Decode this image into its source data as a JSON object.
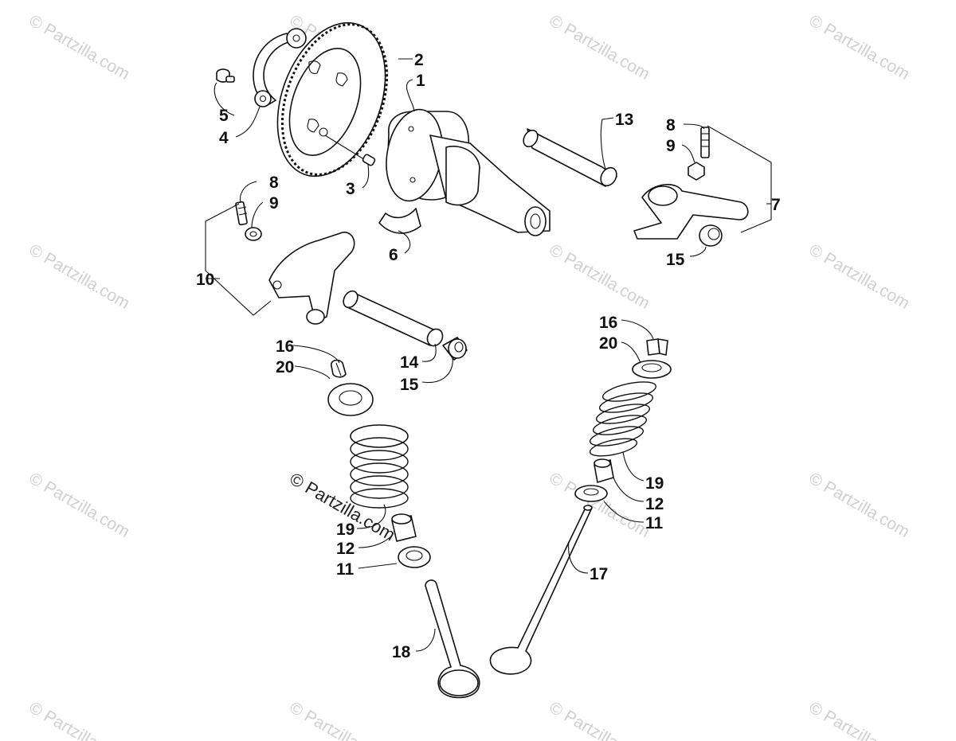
{
  "watermark": {
    "text": "© Partzilla.com",
    "center_text": "© Partzilla.com"
  },
  "callouts": [
    {
      "id": "c1",
      "label": "1"
    },
    {
      "id": "c2",
      "label": "2"
    },
    {
      "id": "c3",
      "label": "3"
    },
    {
      "id": "c4",
      "label": "4"
    },
    {
      "id": "c5",
      "label": "5"
    },
    {
      "id": "c6",
      "label": "6"
    },
    {
      "id": "c7",
      "label": "7"
    },
    {
      "id": "c8a",
      "label": "8"
    },
    {
      "id": "c9a",
      "label": "9"
    },
    {
      "id": "c8b",
      "label": "8"
    },
    {
      "id": "c9b",
      "label": "9"
    },
    {
      "id": "c10",
      "label": "10"
    },
    {
      "id": "c11a",
      "label": "11"
    },
    {
      "id": "c11b",
      "label": "11"
    },
    {
      "id": "c12a",
      "label": "12"
    },
    {
      "id": "c12b",
      "label": "12"
    },
    {
      "id": "c13",
      "label": "13"
    },
    {
      "id": "c14",
      "label": "14"
    },
    {
      "id": "c15a",
      "label": "15"
    },
    {
      "id": "c15b",
      "label": "15"
    },
    {
      "id": "c16a",
      "label": "16"
    },
    {
      "id": "c16b",
      "label": "16"
    },
    {
      "id": "c17",
      "label": "17"
    },
    {
      "id": "c18",
      "label": "18"
    },
    {
      "id": "c19a",
      "label": "19"
    },
    {
      "id": "c19b",
      "label": "19"
    },
    {
      "id": "c20a",
      "label": "20"
    },
    {
      "id": "c20b",
      "label": "20"
    }
  ]
}
